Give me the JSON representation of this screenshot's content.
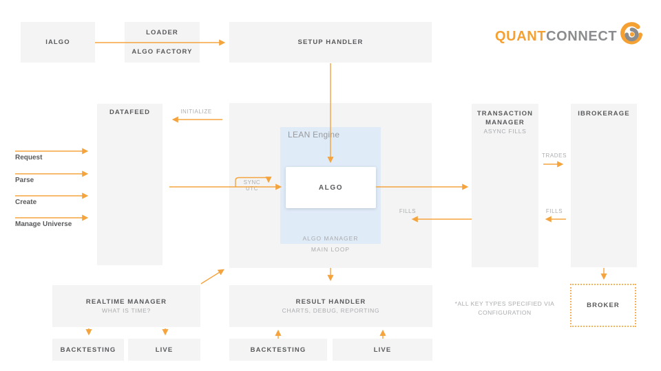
{
  "logo": {
    "quant": "QUANT",
    "connect": "CONNECT",
    "mark": "swirl-icon"
  },
  "boxes": {
    "ialgo": {
      "label": "IALGO"
    },
    "loader": {
      "line1": "LOADER",
      "line2": "ALGO FACTORY"
    },
    "setup_handler": {
      "label": "SETUP HANDLER"
    },
    "datafeed": {
      "label": "DATAFEED"
    },
    "transaction_manager": {
      "line1": "TRANSACTION",
      "line2": "MANAGER",
      "subtitle": "ASYNC FILLS"
    },
    "ibrokerage": {
      "label": "IBROKERAGE"
    },
    "lean_engine": {
      "title": "LEAN Engine",
      "algo": "ALGO",
      "algo_manager": "ALGO MANAGER",
      "main_loop": "MAIN LOOP"
    },
    "realtime_manager": {
      "title": "REALTIME MANAGER",
      "subtitle": "WHAT IS TIME?"
    },
    "backtesting_left": {
      "label": "BACKTESTING"
    },
    "live_left": {
      "label": "LIVE"
    },
    "result_handler": {
      "title": "RESULT HANDLER",
      "subtitle": "CHARTS, DEBUG, REPORTING"
    },
    "backtesting_center": {
      "label": "BACKTESTING"
    },
    "live_center": {
      "label": "LIVE"
    },
    "broker": {
      "label": "BROKER"
    }
  },
  "flow_labels": {
    "initialize": "INITIALIZE",
    "sync_utc": "SYNC UTC",
    "fills_center": "FILLS",
    "trades": "TRADES",
    "fills_right": "FILLS"
  },
  "datafeed_inputs": {
    "request": "Request",
    "parse": "Parse",
    "create": "Create",
    "manage_universe": "Manage Universe"
  },
  "notes": {
    "config_line1": "*ALL KEY TYPES SPECIFIED VIA",
    "config_line2": "CONFIGURATION"
  },
  "colors": {
    "accent_orange": "#F5A33C",
    "box_fill": "#F4F4F5",
    "lean_blue_fill": "#E0EBF8",
    "text_dark": "#58595B",
    "text_light": "#A9ABAE",
    "logo_orange": "#F5A033",
    "logo_gray": "#8A8C8E"
  }
}
